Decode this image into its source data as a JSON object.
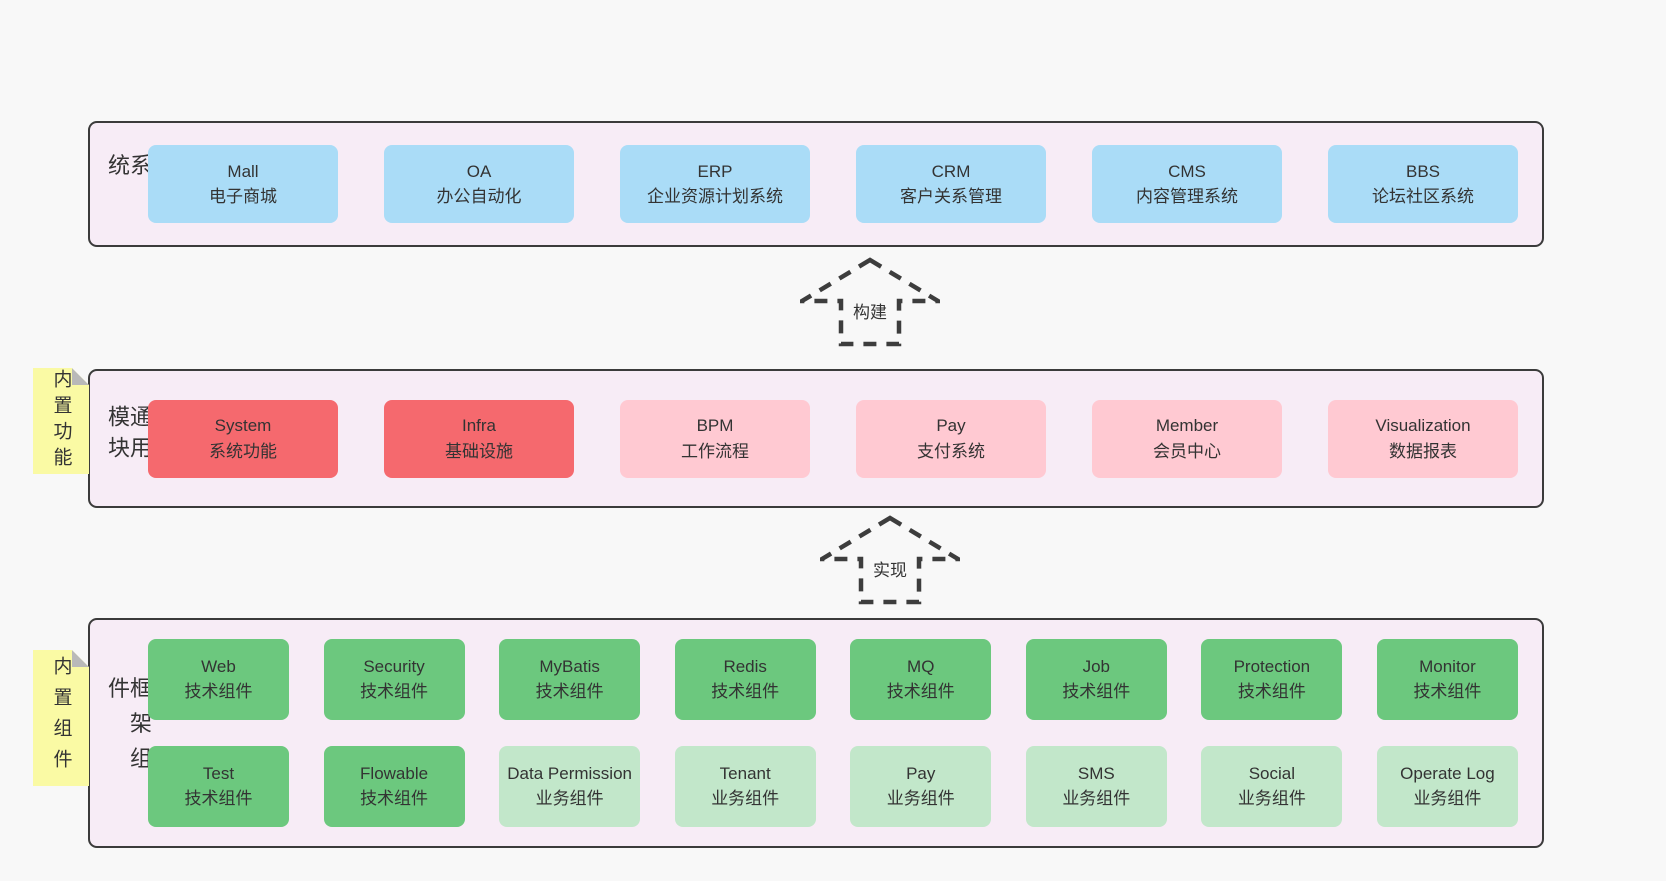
{
  "diagram": {
    "colors": {
      "background": "#f8f8f8",
      "panel": "#f7ecf6",
      "panel_border": "#3b3b3b",
      "blue": "#aadcf7",
      "red": "#f5696e",
      "pink": "#ffc9d2",
      "green": "#6cc87e",
      "green_light": "#c2e7ca",
      "yellow": "#fafaa4",
      "fold": "#b9b9b9",
      "text": "#333333"
    },
    "arrows": [
      {
        "label": "构建"
      },
      {
        "label": "实现"
      }
    ],
    "sections": {
      "business": {
        "label": "业务系统",
        "rows": [
          [
            {
              "name": "Mall",
              "sub": "电子商城",
              "variant": "blue"
            },
            {
              "name": "OA",
              "sub": "办公自动化",
              "variant": "blue"
            },
            {
              "name": "ERP",
              "sub": "企业资源计划系统",
              "variant": "blue"
            },
            {
              "name": "CRM",
              "sub": "客户关系管理",
              "variant": "blue"
            },
            {
              "name": "CMS",
              "sub": "内容管理系统",
              "variant": "blue"
            },
            {
              "name": "BBS",
              "sub": "论坛社区系统",
              "variant": "blue"
            }
          ]
        ]
      },
      "modules": {
        "label": "通用模块",
        "sticky": "内置功能",
        "rows": [
          [
            {
              "name": "System",
              "sub": "系统功能",
              "variant": "red"
            },
            {
              "name": "Infra",
              "sub": "基础设施",
              "variant": "red"
            },
            {
              "name": "BPM",
              "sub": "工作流程",
              "variant": "pink"
            },
            {
              "name": "Pay",
              "sub": "支付系统",
              "variant": "pink"
            },
            {
              "name": "Member",
              "sub": "会员中心",
              "variant": "pink"
            },
            {
              "name": "Visualization",
              "sub": "数据报表",
              "variant": "pink"
            }
          ]
        ]
      },
      "components": {
        "label": "框架组件",
        "sticky": "内置组件",
        "rows": [
          [
            {
              "name": "Web",
              "sub": "技术组件",
              "variant": "green"
            },
            {
              "name": "Security",
              "sub": "技术组件",
              "variant": "green"
            },
            {
              "name": "MyBatis",
              "sub": "技术组件",
              "variant": "green"
            },
            {
              "name": "Redis",
              "sub": "技术组件",
              "variant": "green"
            },
            {
              "name": "MQ",
              "sub": "技术组件",
              "variant": "green"
            },
            {
              "name": "Job",
              "sub": "技术组件",
              "variant": "green"
            },
            {
              "name": "Protection",
              "sub": "技术组件",
              "variant": "green"
            },
            {
              "name": "Monitor",
              "sub": "技术组件",
              "variant": "green"
            }
          ],
          [
            {
              "name": "Test",
              "sub": "技术组件",
              "variant": "green"
            },
            {
              "name": "Flowable",
              "sub": "技术组件",
              "variant": "green"
            },
            {
              "name": "Data Permission",
              "sub": "业务组件",
              "variant": "green_light"
            },
            {
              "name": "Tenant",
              "sub": "业务组件",
              "variant": "green_light"
            },
            {
              "name": "Pay",
              "sub": "业务组件",
              "variant": "green_light"
            },
            {
              "name": "SMS",
              "sub": "业务组件",
              "variant": "green_light"
            },
            {
              "name": "Social",
              "sub": "业务组件",
              "variant": "green_light"
            },
            {
              "name": "Operate Log",
              "sub": "业务组件",
              "variant": "green_light"
            }
          ]
        ]
      }
    }
  }
}
